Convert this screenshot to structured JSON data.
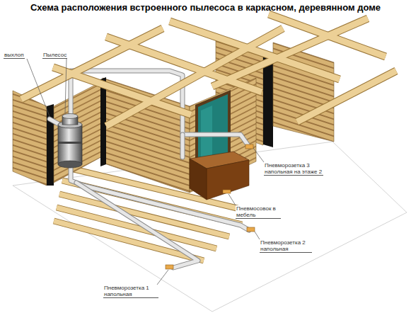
{
  "diagram": {
    "title": "Схема расположения встроенного пылесоса в каркасном, деревянном доме",
    "labels": [
      "выхлоп",
      "Пылесос",
      "Пневморозетка 3 напольная на этаже 2",
      "Пневмосовок в мебель",
      "Пневморозетка 2 напольная",
      "Пневморозетка 1 напольная"
    ]
  }
}
